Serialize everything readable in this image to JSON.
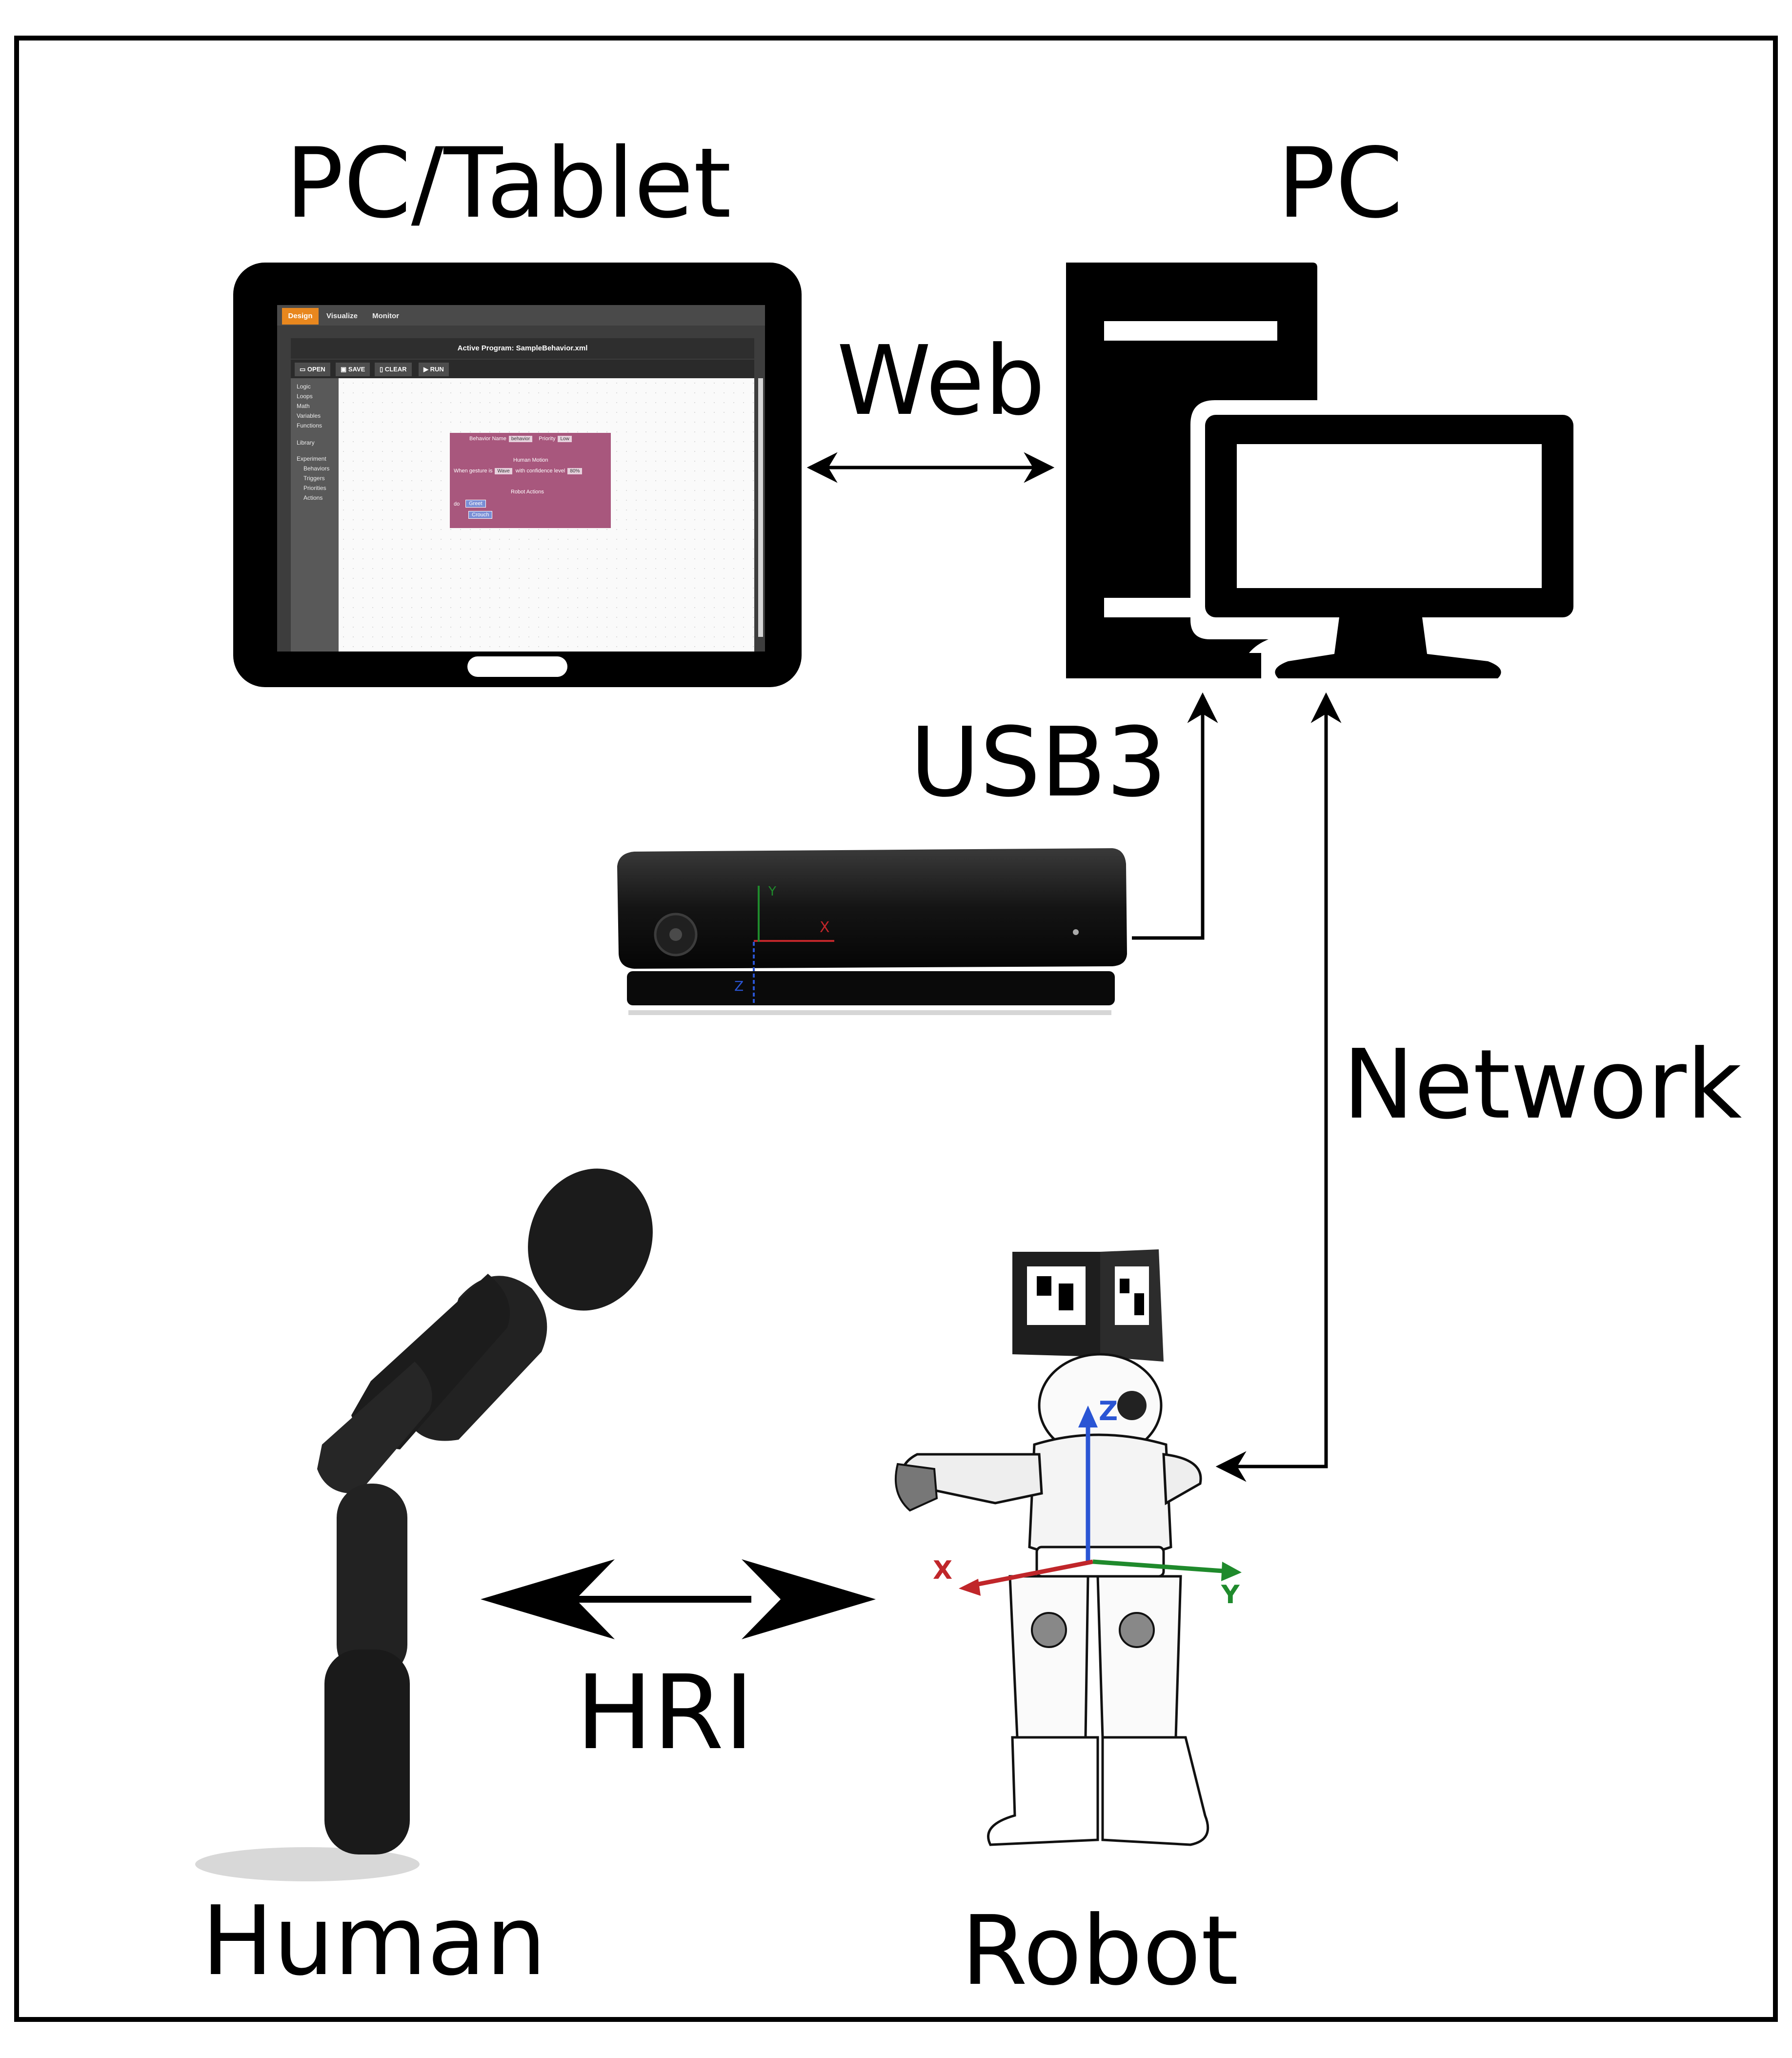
{
  "labels": {
    "pc_tablet": "PC/Tablet",
    "pc": "PC",
    "web": "Web",
    "usb3": "USB3",
    "network": "Network",
    "hri": "HRI",
    "human": "Human",
    "robot": "Robot"
  },
  "app": {
    "tabs": [
      "Design",
      "Visualize",
      "Monitor"
    ],
    "title": "Active Program: SampleBehavior.xml",
    "toolbar": {
      "open": "OPEN",
      "save": "SAVE",
      "clear": "CLEAR",
      "run": "RUN"
    },
    "sidebar": [
      "Logic",
      "Loops",
      "Math",
      "Variables",
      "Functions",
      "Library",
      "Experiment",
      "Behaviors",
      "Triggers",
      "Priorities",
      "Actions"
    ],
    "block": {
      "behavior_name_label": "Behavior Name",
      "behavior_name_value": "behavior",
      "priority_label": "Priority",
      "priority_value": "Low",
      "human_motion_header": "Human Motion",
      "gesture_label": "When gesture is",
      "gesture_value": "Wave",
      "confidence_label": "with confidence level",
      "confidence_value": "80%",
      "robot_actions_header": "Robot Actions",
      "do_label": "do",
      "action_1": "Greet",
      "action_2": "Crouch"
    }
  },
  "kinect_axes": {
    "x": "X",
    "y": "Y",
    "z": "Z"
  },
  "robot_axes": {
    "x": "X",
    "y": "Y",
    "z": "Z"
  },
  "colors": {
    "accent_tab": "#e8871e",
    "block": "#a8577d",
    "axis_x": "#c0262a",
    "axis_y": "#1f8a2c",
    "axis_z": "#2a55d4"
  }
}
